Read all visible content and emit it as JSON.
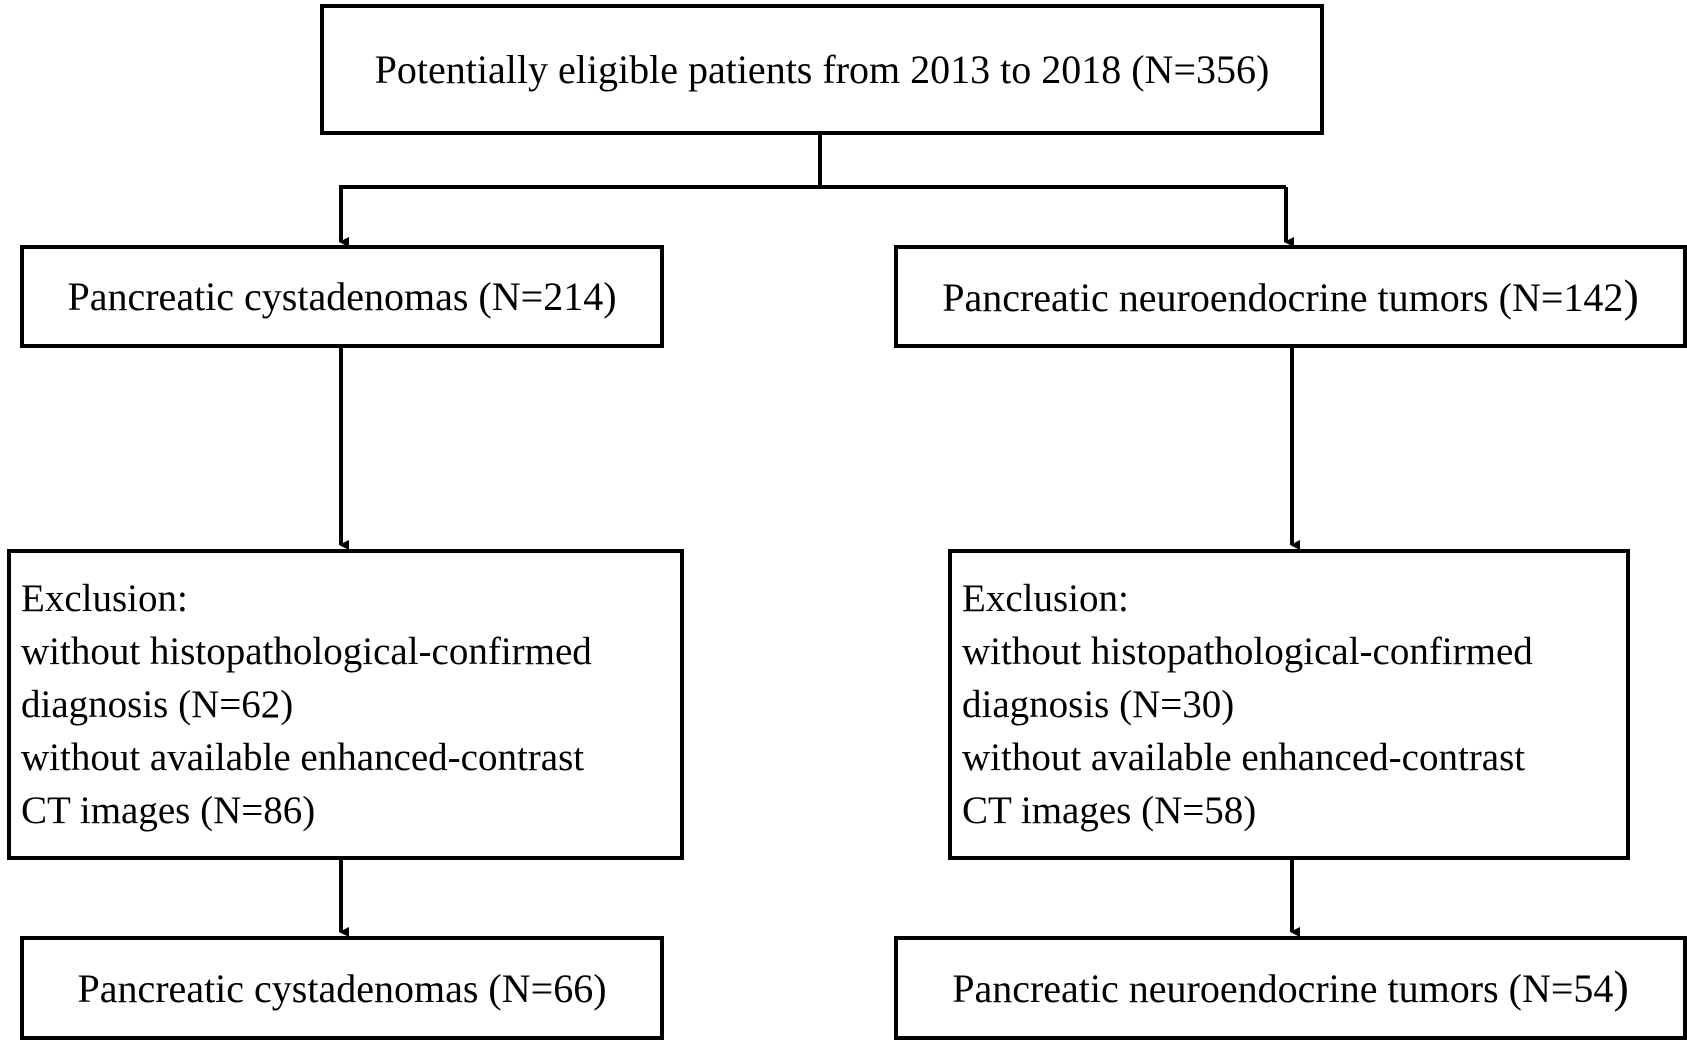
{
  "flowchart": {
    "source": {
      "text": "Potentially eligible patients from 2013 to 2018 (N=356)"
    },
    "left": {
      "group": {
        "text": "Pancreatic cystadenomas (N=214)"
      },
      "exclusion": {
        "heading": "Exclusion:",
        "lines": [
          "without histopathological-confirmed",
          "diagnosis (N=62)",
          "without available enhanced-contrast",
          "CT images (N=86)"
        ]
      },
      "final": {
        "text": "Pancreatic cystadenomas (N=66)"
      }
    },
    "right": {
      "group": {
        "text_main": "Pancreatic neuroendocrine tumors (N=142",
        "text_close": ")"
      },
      "exclusion": {
        "heading": "Exclusion:",
        "lines": [
          "without histopathological-confirmed",
          "diagnosis (N=30)",
          "without available enhanced-contrast",
          "CT images (N=58)"
        ]
      },
      "final": {
        "text_main": "Pancreatic neuroendocrine tumors (N=54",
        "text_close": ")"
      }
    }
  }
}
